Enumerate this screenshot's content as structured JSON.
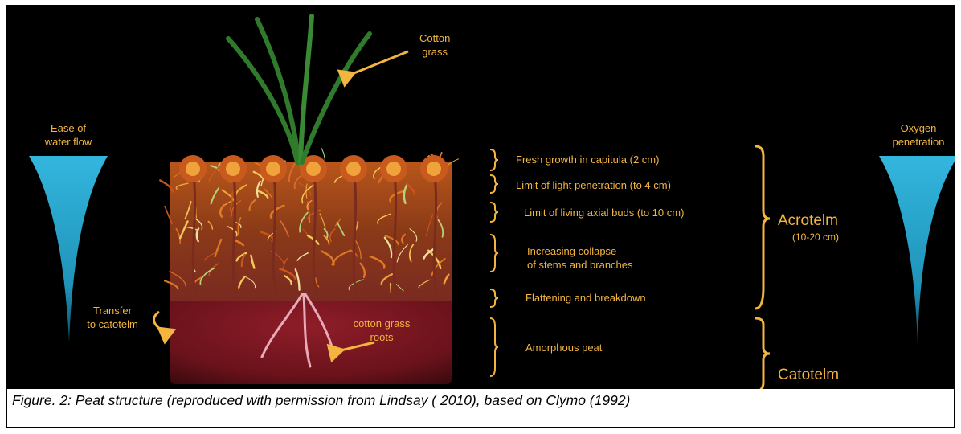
{
  "diagram": {
    "labels": {
      "cotton_grass": [
        "Cotton",
        "grass"
      ],
      "ease_of_water_flow": [
        "Ease of",
        "water flow"
      ],
      "oxygen_penetration": [
        "Oxygen",
        "penetration"
      ],
      "transfer": [
        "Transfer",
        "to catotelm"
      ],
      "roots": [
        "cotton grass",
        "roots"
      ]
    },
    "layers": [
      {
        "label": "Fresh growth in capitula (2 cm)"
      },
      {
        "label": "Limit of light penetration (to 4 cm)"
      },
      {
        "label": "Limit of living axial buds (to 10 cm)"
      },
      {
        "label_lines": [
          "Increasing collapse",
          "of stems and branches"
        ]
      },
      {
        "label": "Flattening and breakdown"
      },
      {
        "label": "Amorphous peat"
      }
    ],
    "zones": {
      "acrotelm": {
        "name": "Acrotelm",
        "depth": "(10-20 cm)"
      },
      "catotelm": {
        "name": "Catotelm"
      }
    },
    "colors": {
      "background": "#000000",
      "label": "#f3b53f",
      "funnel": "#29a9cf",
      "grass": "#2f7a2b",
      "peat": "#7a1620"
    }
  },
  "caption": "Figure. 2: Peat structure (reproduced with permission from Lindsay ( 2010), based on Clymo (1992)"
}
